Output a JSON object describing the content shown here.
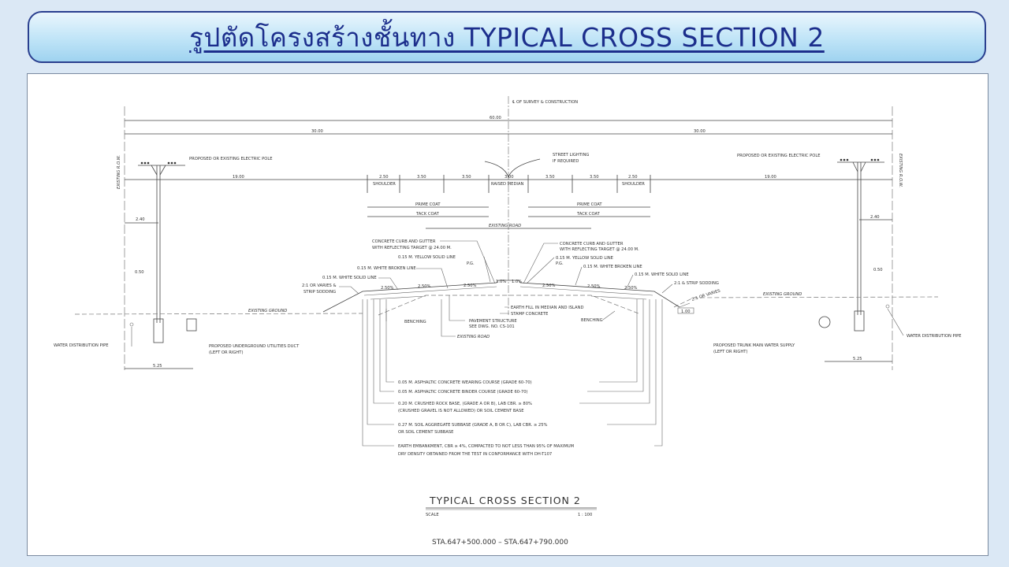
{
  "title": "รูปตัดโครงสร้างชั้นทาง TYPICAL  CROSS  SECTION 2",
  "drawing": {
    "centerline": "℄ OF SURVEY & CONSTRUCTION",
    "row_label": "EXISTING R.O.W.",
    "dims": {
      "total": "60.00",
      "half_left": "30.00",
      "half_right": "30.00",
      "row_left": "19.00",
      "shoulder_left": "2.50",
      "lane1": "3.50",
      "lane2": "3.50",
      "median": "3.00",
      "lane3": "3.50",
      "lane4": "3.50",
      "shoulder_right": "2.50",
      "row_right": "19.00",
      "pole_left": "2.40",
      "pole_right": "2.40",
      "offset_left": "0.50",
      "offset_right": "0.50",
      "pipe_left": "5.25",
      "pipe_right": "5.25",
      "ditch": "1.00"
    },
    "labels": {
      "shoulder": "SHOULDER",
      "raised_median": "RAISED MEDIAN",
      "prime_coat": "PRIME COAT",
      "tack_coat": "TACK COAT",
      "existing_road": "EXISTING ROAD",
      "existing_ground": "EXISTING GROUND",
      "electric_pole": "PROPOSED OR EXISTING ELECTRIC POLE",
      "street_lighting_1": "STREET LIGHTING",
      "street_lighting_2": "IF REQUIRED",
      "curb_1": "CONCRETE CURB AND GUTTER",
      "curb_2": "WITH REFLECTING TARGET @ 24.00 M.",
      "yellow_line": "0.15 M. YELLOW SOLID LINE",
      "pg": "P.G.",
      "white_broken": "0.15 M. WHITE BROKEN LINE",
      "white_solid": "0.15 M. WHITE SOLID LINE",
      "slope_left_1": "2:1 OR VARIES &",
      "slope_left_2": "STRIP SODDING",
      "slope_right": "2:1 & STRIP SODDING",
      "slope_ditch": "2:1 OR VARIES",
      "earth_fill": "EARTH FILL IN MEDIAN AND ISLAND",
      "stamp_concrete": "STAMP CONCRETE",
      "benching": "BENCHING",
      "pavement_1": "PAVEMENT STRUCTURE",
      "pavement_2": "SEE DWG. NO. CS-101",
      "water_pipe": "WATER DISTRIBUTION PIPE",
      "duct_1": "PROPOSED UNDERGROUND UTILITIES DUCT",
      "duct_2": "(LEFT OR RIGHT)",
      "trunk_1": "PROPOSED TRUNK MAIN WATER SUPPLY",
      "trunk_2": "(LEFT OR RIGHT)"
    },
    "slopes": [
      "2.50%",
      "2.50%",
      "2.50%",
      "1.0%",
      "1.0%",
      "2.50%",
      "2.50%",
      "2.50%"
    ],
    "layers": [
      "0.05 M. ASPHALTIC CONCRETE WEARING COURSE (GRADE 60-70)",
      "0.05 M. ASPHALTIC CONCRETE BINDER COURSE (GRADE 60-70)",
      "0.20 M. CRUSHED ROCK BASE, (GRADE A OR B), LAB CBR. ≥ 80%",
      "(CRUSHED GRAVEL IS NOT ALLOWED) OR SOIL CEMENT BASE",
      "0.27 M. SOIL AGGREGATE SUBBASE (GRADE A, B OR C), LAB CBR. ≥ 25%",
      "OR SOIL CEMENT SUBBASE",
      "EARTH EMBANKMENT, CBR ≥ 4%, COMPACTED TO NOT LESS THAN 95% OF MAXIMUM",
      "DRY DENSITY OBTAINED FROM THE TEST IN CONFORMANCE WITH DH-T107"
    ],
    "footer": {
      "section_title": "TYPICAL CROSS SECTION 2",
      "scale_label": "SCALE",
      "scale_value": "1 : 100",
      "station": "STA.647+500.000  –  STA.647+790.000"
    }
  }
}
